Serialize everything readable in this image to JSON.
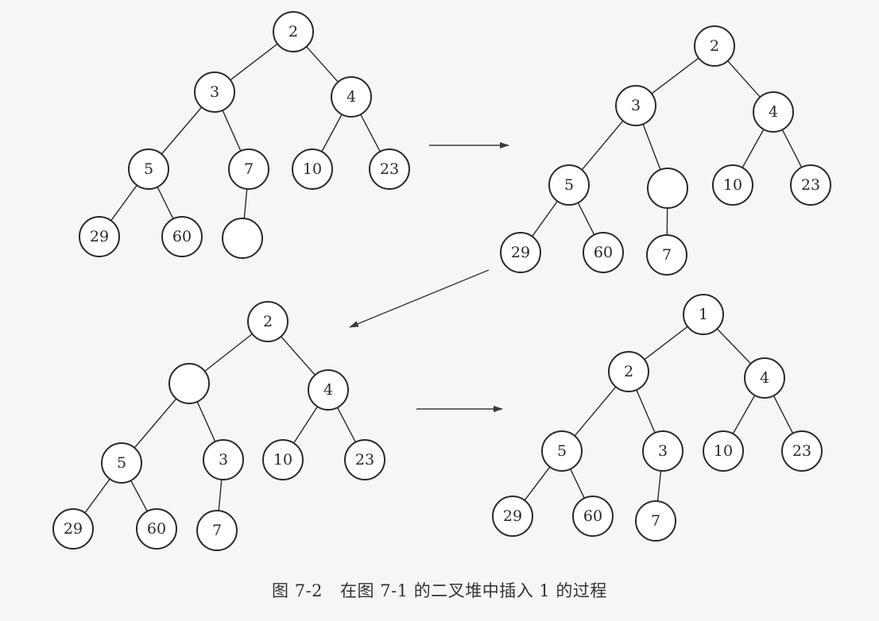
{
  "caption": {
    "figure_number": "图 7-2",
    "text": "在图 7-1 的二叉堆中插入 1 的过程"
  },
  "trees": [
    {
      "nodes": [
        {
          "id": "a",
          "label": "2"
        },
        {
          "id": "b",
          "label": "3"
        },
        {
          "id": "c",
          "label": "4"
        },
        {
          "id": "d",
          "label": "5"
        },
        {
          "id": "e",
          "label": "7"
        },
        {
          "id": "f",
          "label": "10"
        },
        {
          "id": "g",
          "label": "23"
        },
        {
          "id": "h",
          "label": "29"
        },
        {
          "id": "i",
          "label": "60"
        },
        {
          "id": "j",
          "label": ""
        }
      ],
      "edges": [
        [
          "a",
          "b"
        ],
        [
          "a",
          "c"
        ],
        [
          "b",
          "d"
        ],
        [
          "b",
          "e"
        ],
        [
          "c",
          "f"
        ],
        [
          "c",
          "g"
        ],
        [
          "d",
          "h"
        ],
        [
          "d",
          "i"
        ],
        [
          "e",
          "j"
        ]
      ]
    },
    {
      "nodes": [
        {
          "id": "a",
          "label": "2"
        },
        {
          "id": "b",
          "label": "3"
        },
        {
          "id": "c",
          "label": "4"
        },
        {
          "id": "d",
          "label": "5"
        },
        {
          "id": "e",
          "label": ""
        },
        {
          "id": "f",
          "label": "10"
        },
        {
          "id": "g",
          "label": "23"
        },
        {
          "id": "h",
          "label": "29"
        },
        {
          "id": "i",
          "label": "60"
        },
        {
          "id": "j",
          "label": "7"
        }
      ],
      "edges": [
        [
          "a",
          "b"
        ],
        [
          "a",
          "c"
        ],
        [
          "b",
          "d"
        ],
        [
          "b",
          "e"
        ],
        [
          "c",
          "f"
        ],
        [
          "c",
          "g"
        ],
        [
          "d",
          "h"
        ],
        [
          "d",
          "i"
        ],
        [
          "e",
          "j"
        ]
      ]
    },
    {
      "nodes": [
        {
          "id": "a",
          "label": "2"
        },
        {
          "id": "b",
          "label": ""
        },
        {
          "id": "c",
          "label": "4"
        },
        {
          "id": "d",
          "label": "5"
        },
        {
          "id": "e",
          "label": "3"
        },
        {
          "id": "f",
          "label": "10"
        },
        {
          "id": "g",
          "label": "23"
        },
        {
          "id": "h",
          "label": "29"
        },
        {
          "id": "i",
          "label": "60"
        },
        {
          "id": "j",
          "label": "7"
        }
      ],
      "edges": [
        [
          "a",
          "b"
        ],
        [
          "a",
          "c"
        ],
        [
          "b",
          "d"
        ],
        [
          "b",
          "e"
        ],
        [
          "c",
          "f"
        ],
        [
          "c",
          "g"
        ],
        [
          "d",
          "h"
        ],
        [
          "d",
          "i"
        ],
        [
          "e",
          "j"
        ]
      ]
    },
    {
      "nodes": [
        {
          "id": "a",
          "label": "1"
        },
        {
          "id": "b",
          "label": "2"
        },
        {
          "id": "c",
          "label": "4"
        },
        {
          "id": "d",
          "label": "5"
        },
        {
          "id": "e",
          "label": "3"
        },
        {
          "id": "f",
          "label": "10"
        },
        {
          "id": "g",
          "label": "23"
        },
        {
          "id": "h",
          "label": "29"
        },
        {
          "id": "i",
          "label": "60"
        },
        {
          "id": "j",
          "label": "7"
        }
      ],
      "edges": [
        [
          "a",
          "b"
        ],
        [
          "a",
          "c"
        ],
        [
          "b",
          "d"
        ],
        [
          "b",
          "e"
        ],
        [
          "c",
          "f"
        ],
        [
          "c",
          "g"
        ],
        [
          "d",
          "h"
        ],
        [
          "d",
          "i"
        ],
        [
          "e",
          "j"
        ]
      ]
    }
  ]
}
